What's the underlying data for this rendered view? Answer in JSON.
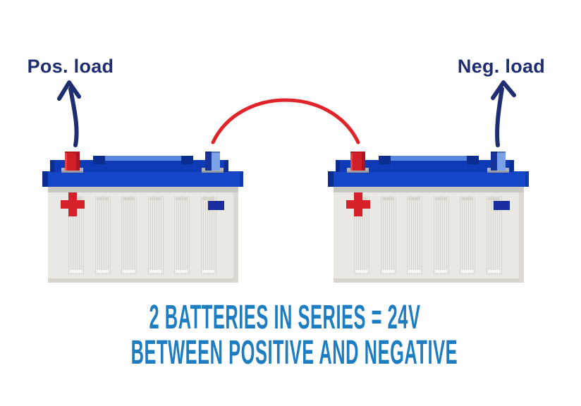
{
  "diagram": {
    "type": "battery-series-connection-illustration",
    "background": "#ffffff",
    "pos_load_label": "Pos. load",
    "neg_load_label": "Neg. load",
    "caption": {
      "line1": "2 BATTERIES IN SERIES = 24V",
      "line2": "BETWEEN POSITIVE AND NEGATIVE",
      "color": "#1e7cc0"
    },
    "labels_color": "#1d2d6f",
    "wire": {
      "description": "red jumper wire from battery-1 negative terminal to battery-2 positive terminal",
      "color": "#e0252a"
    },
    "arrows": {
      "description": "dark navy arrows pointing up from positive load terminal and negative load terminal",
      "color": "#1d2d6f"
    },
    "batteries": [
      {
        "name": "battery-1",
        "position": "left",
        "plus_marking": "+",
        "minus_marking": "blue bar",
        "terminals": [
          "red positive post",
          "blue negative post"
        ]
      },
      {
        "name": "battery-2",
        "position": "right",
        "plus_marking": "+",
        "minus_marking": "blue bar",
        "terminals": [
          "red positive post",
          "blue negative post"
        ]
      }
    ],
    "colors": {
      "lid_blue": "#1546c8",
      "lid_strip_blue": "#0e3ab5",
      "lid_dark_blue": "#0c2d90",
      "lid_raised_light_blue": "#5b87e0",
      "body_gray": "#eae8e3",
      "terminal_red": "#d11f28",
      "terminal_light_blue": "#7ba2e8",
      "minus_mark_blue": "#1b2d9e"
    }
  }
}
